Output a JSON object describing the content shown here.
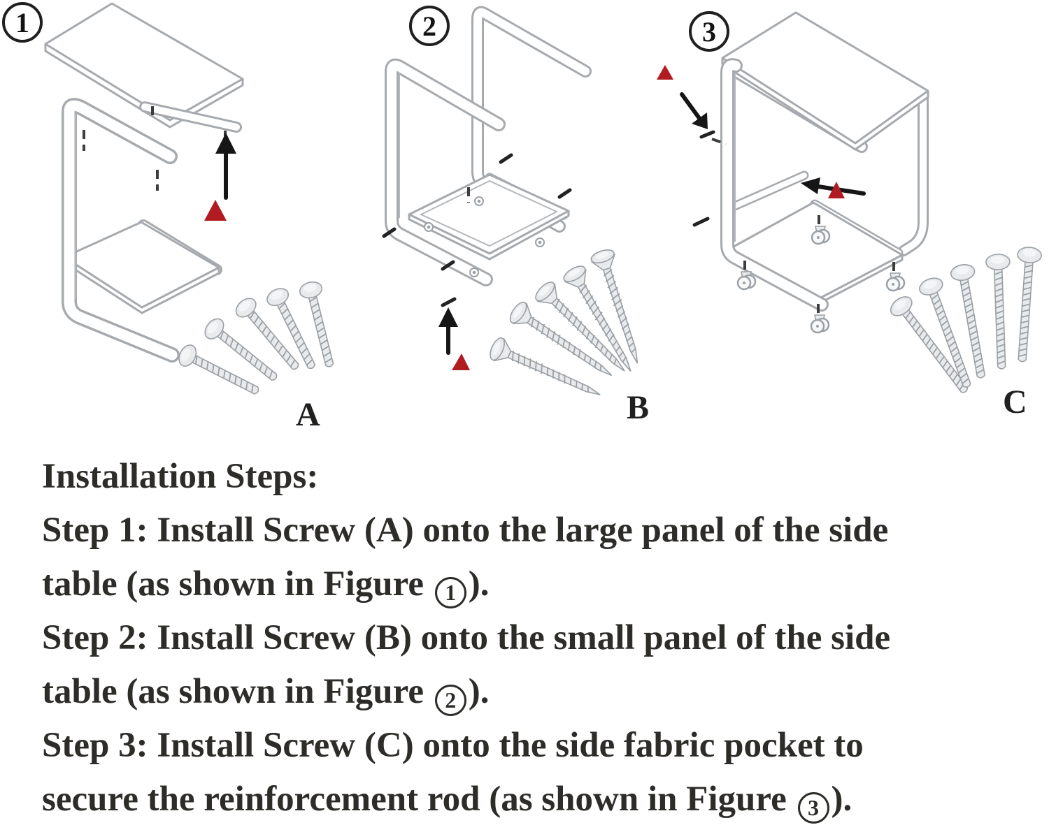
{
  "figures": [
    {
      "number": "1",
      "screw_label": "A"
    },
    {
      "number": "2",
      "screw_label": "B"
    },
    {
      "number": "3",
      "screw_label": "C"
    }
  ],
  "instructions": {
    "title": "Installation Steps:",
    "lines": [
      [
        {
          "t": "Step 1: Install Screw (A) onto the large panel of the side"
        }
      ],
      [
        {
          "t": "table (as shown in Figure "
        },
        {
          "c": "1"
        },
        {
          "t": ")."
        }
      ],
      [
        {
          "t": "Step 2: Install Screw (B) onto the small panel of the side"
        }
      ],
      [
        {
          "t": "table (as shown in Figure "
        },
        {
          "c": "2"
        },
        {
          "t": ")."
        }
      ],
      [
        {
          "t": "Step 3: Install Screw (C) onto the side fabric pocket to"
        }
      ],
      [
        {
          "t": "secure the reinforcement rod (as shown in Figure "
        },
        {
          "c": "3"
        },
        {
          "t": ")."
        }
      ]
    ]
  },
  "colors": {
    "marker_red": "#b01c21",
    "line_gray": "#a6aaae",
    "text": "#2e2c29"
  }
}
